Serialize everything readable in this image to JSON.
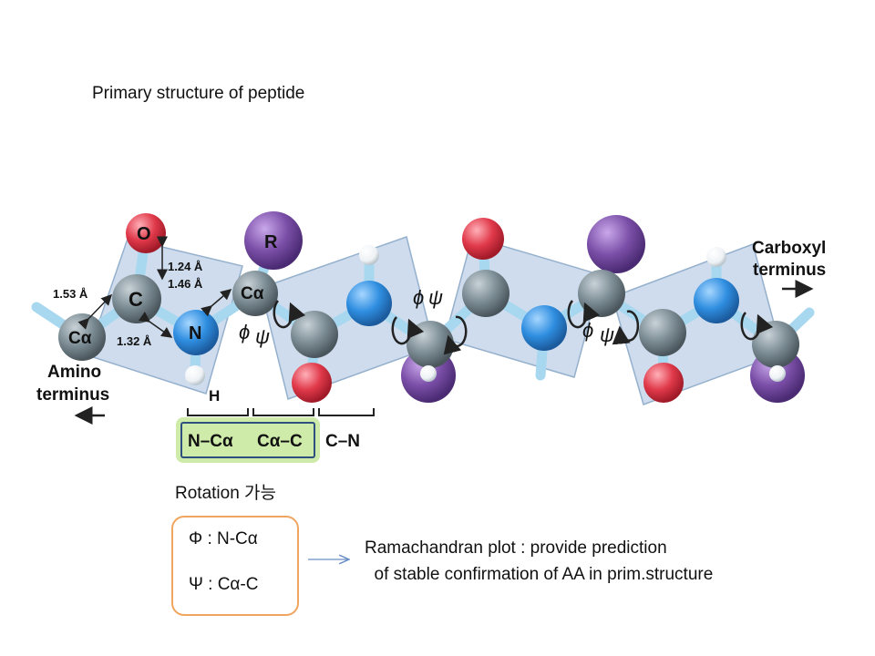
{
  "title": "Primary structure of peptide",
  "atoms": {
    "oxygen": "O",
    "carbon": "C",
    "nitrogen": "N",
    "hydrogen": "H",
    "side_chain": "R",
    "alpha_carbon": "Cα"
  },
  "bond_lengths": {
    "co": "1.24 Å",
    "ca_c": "1.53 Å",
    "n_ca": "1.46 Å",
    "c_n": "1.32 Å"
  },
  "termini": {
    "amino_1": "Amino",
    "amino_2": "terminus",
    "carboxyl_1": "Carboxyl",
    "carboxyl_2": "terminus"
  },
  "angles": {
    "phi": "ϕ",
    "psi": "ψ"
  },
  "bonds": {
    "n_ca": "N–Cα",
    "ca_c": "Cα–C",
    "c_n": "C–N"
  },
  "rotation_label": "Rotation  가능",
  "definitions": {
    "phi": "Φ : N-Cα",
    "psi": "Ψ : Cα-C"
  },
  "ramachandran": {
    "line1": "Ramachandran plot : provide prediction",
    "line2": "  of stable confirmation of AA in prim.structure"
  },
  "colors": {
    "carbon": "#7d8d95",
    "nitrogen": "#2f8ee0",
    "oxygen": "#e0394a",
    "side_chain": "#7b4fa8",
    "hydrogen": "#ffffff",
    "plane": "#c9d9ec",
    "bond": "#a8d8f0",
    "highlight_green": "#c6e79a",
    "highlight_blue": "#2f4f7f",
    "box_orange": "#f0a560"
  }
}
